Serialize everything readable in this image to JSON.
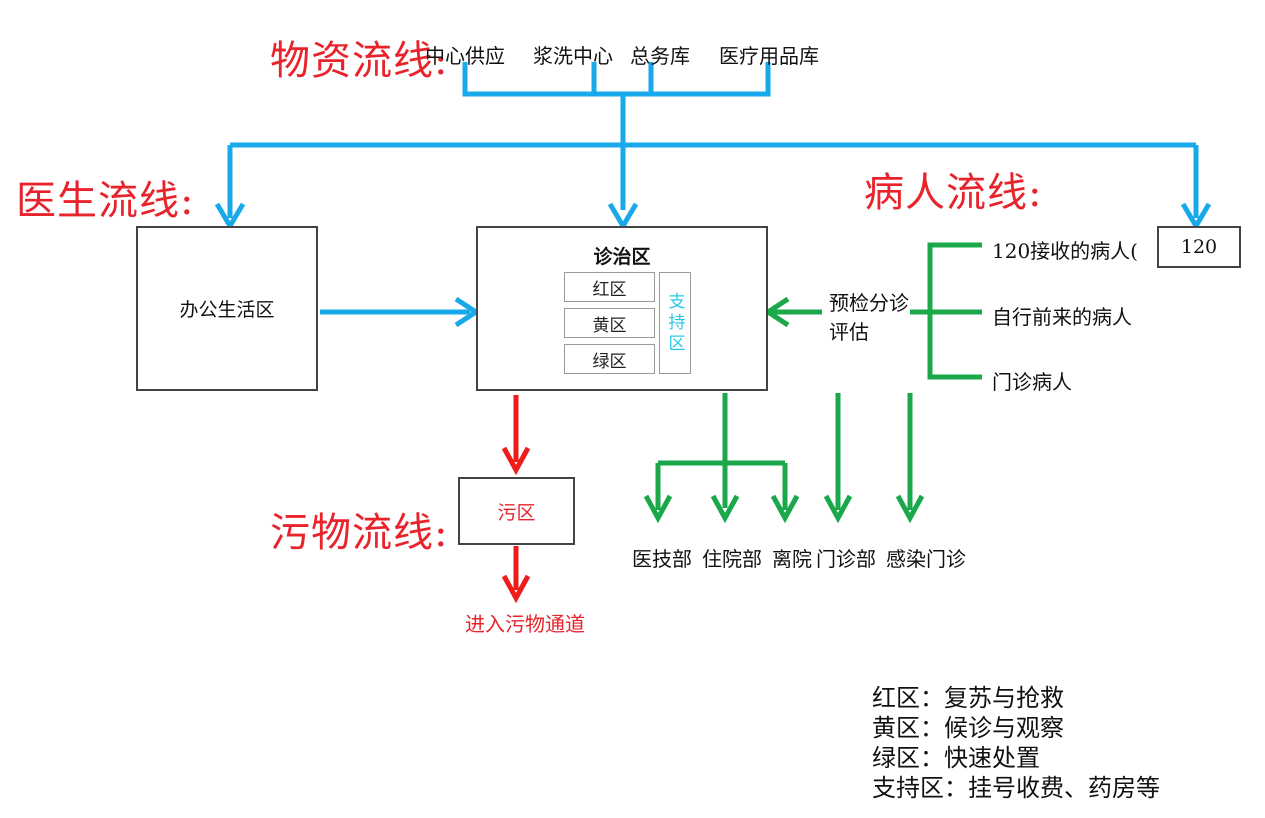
{
  "colors": {
    "materials": "#17a9ea",
    "doctor": "#17a9ea",
    "patient": "#1aa84b",
    "waste": "#ee1c1c",
    "title_red": "#e8232b",
    "support_text": "#27c9e8"
  },
  "flows": {
    "materials_title": "物资流线:",
    "doctor_title": "医生流线:",
    "patient_title": "病人流线:",
    "waste_title": "污物流线:"
  },
  "supplies": [
    "中心供应",
    "浆洗中心",
    "总务库",
    "医疗用品库"
  ],
  "nodes": {
    "office": "办公生活区",
    "treatment": "诊治区",
    "zone_red": "红区",
    "zone_yellow": "黄区",
    "zone_green": "绿区",
    "zone_support": "支持区",
    "box_120": "120",
    "triage_line1": "预检分诊",
    "triage_line2": "评估",
    "waste_zone": "污区",
    "waste_exit": "进入污物通道"
  },
  "patient_sources": [
    "120接收的病人(",
    "自行前来的病人",
    "门诊病人"
  ],
  "destinations": [
    "医技部",
    "住院部",
    "离院",
    "门诊部",
    "感染门诊"
  ],
  "legend": [
    "红区：复苏与抢救",
    "黄区：候诊与观察",
    "绿区：快速处置",
    "支持区：挂号收费、药房等"
  ]
}
